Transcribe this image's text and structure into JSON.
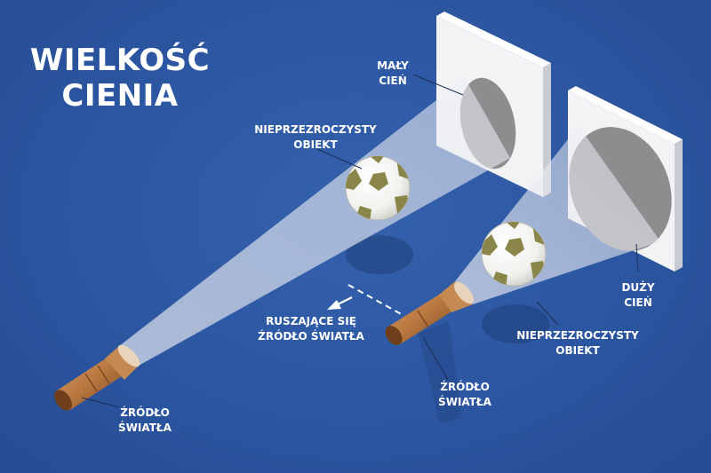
{
  "title": {
    "line1": "WIELKOŚĆ",
    "line2": "CIENIA"
  },
  "labels": {
    "small_shadow": [
      "MAŁY",
      "CIEŃ"
    ],
    "large_shadow": [
      "DUŻY",
      "CIEŃ"
    ],
    "object_left": [
      "NIEPRZEZROCZYSTY",
      "OBIEKT"
    ],
    "object_right": [
      "NIEPRZEZROCZYSTY",
      "OBIEKT"
    ],
    "moving_source": [
      "RUSZAJĄCE SIĘ",
      "ŹRÓDŁO ŚWIATŁA"
    ],
    "source_left": [
      "ŹRÓDŁO",
      "ŚWIATŁA"
    ],
    "source_right": [
      "ŹRÓDŁO",
      "ŚWIATŁA"
    ]
  },
  "colors": {
    "background": "#2f5aa5",
    "screen": "#f4f4f6",
    "shadow": "#8c8c8e",
    "beam": "#e6e8ef",
    "ball_patch": "#8a8548",
    "flashlight": "#b87a45"
  }
}
